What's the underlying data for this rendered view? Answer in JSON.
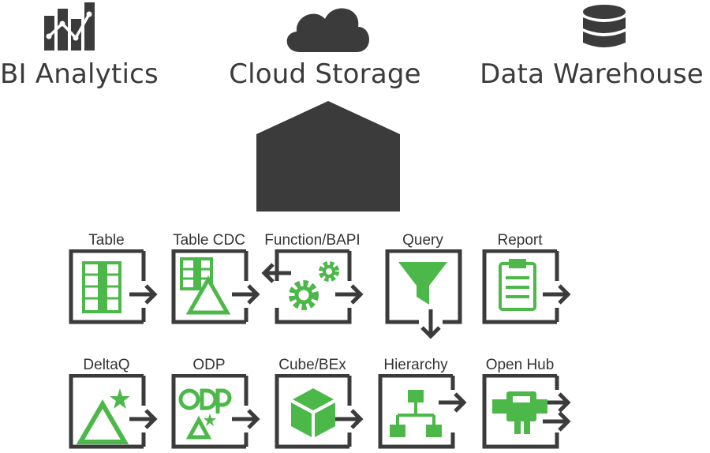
{
  "destinations": [
    {
      "label": "BI Analytics",
      "icon": "bar-chart-icon"
    },
    {
      "label": "Cloud Storage",
      "icon": "cloud-icon"
    },
    {
      "label": "Data Warehouse",
      "icon": "database-icon"
    }
  ],
  "components": [
    {
      "label": "Table",
      "icon": "table-icon"
    },
    {
      "label": "Table CDC",
      "icon": "table-cdc-icon"
    },
    {
      "label": "Function/BAPI",
      "icon": "gears-icon"
    },
    {
      "label": "Query",
      "icon": "funnel-icon"
    },
    {
      "label": "Report",
      "icon": "clipboard-icon"
    },
    {
      "label": "DeltaQ",
      "icon": "delta-icon"
    },
    {
      "label": "ODP",
      "icon": "odp-icon"
    },
    {
      "label": "Cube/BEx",
      "icon": "cube-icon"
    },
    {
      "label": "Hierarchy",
      "icon": "hierarchy-icon"
    },
    {
      "label": "Open Hub",
      "icon": "open-hub-icon"
    }
  ],
  "colors": {
    "dark": "#3b3b3b",
    "green": "#4cb84a"
  }
}
